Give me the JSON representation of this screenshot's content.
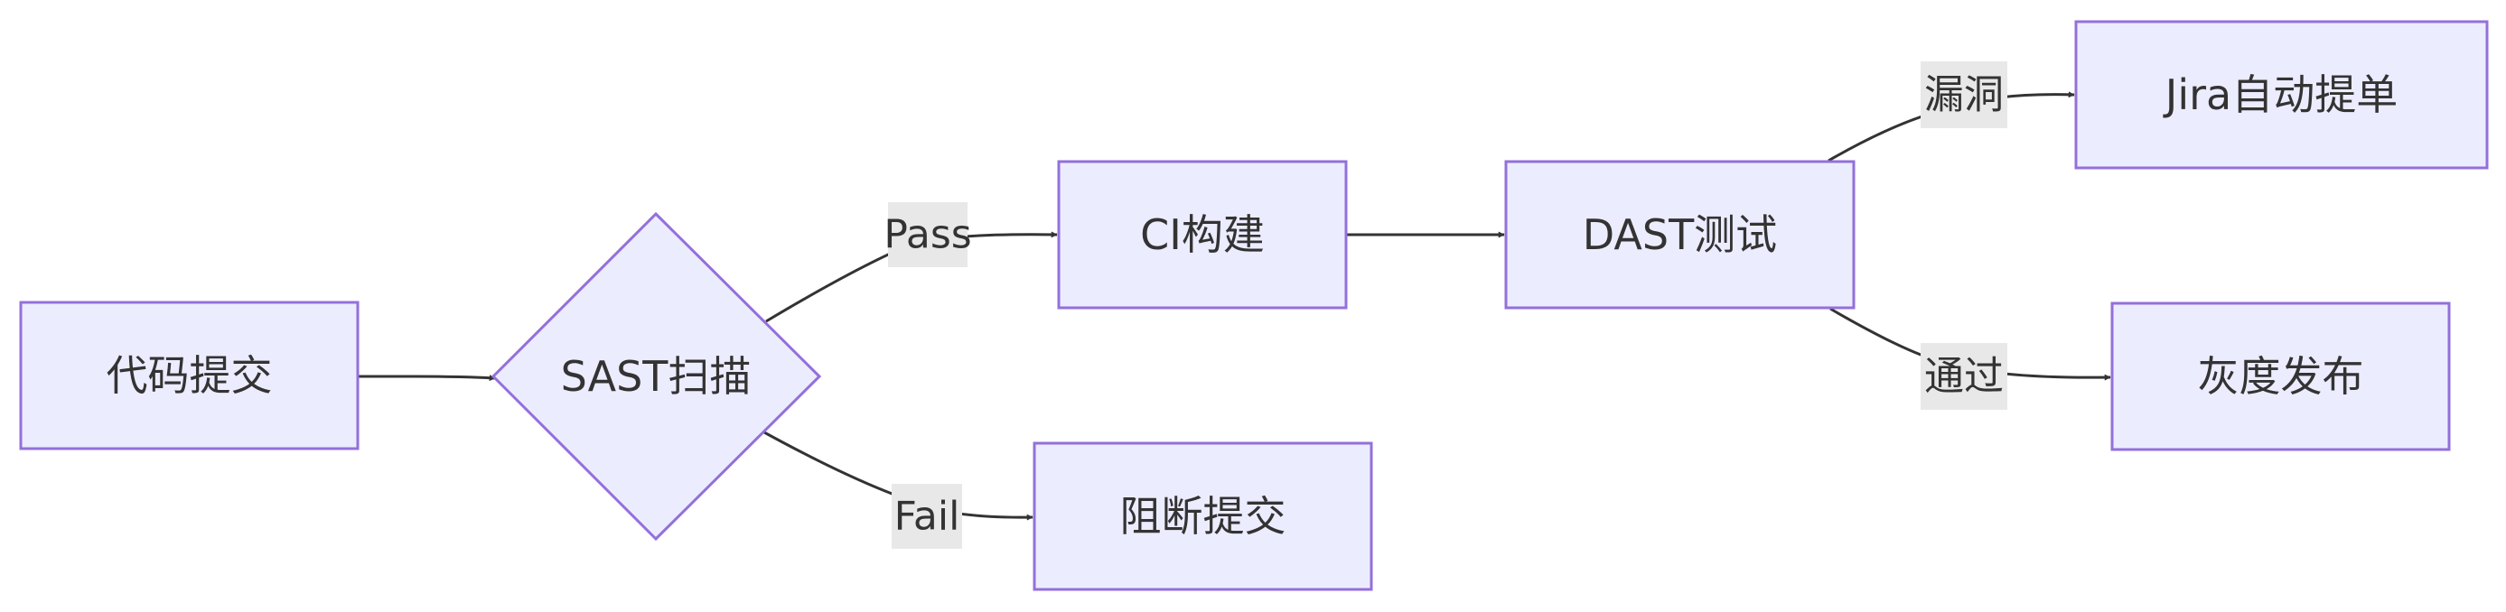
{
  "nodes": {
    "code_commit": "代码提交",
    "sast_scan": "SAST扫描",
    "ci_build": "CI构建",
    "block_commit": "阻断提交",
    "dast_test": "DAST测试",
    "jira_ticket": "Jira自动提单",
    "canary_release": "灰度发布"
  },
  "edges": {
    "pass": "Pass",
    "fail": "Fail",
    "vulnerability": "漏洞",
    "passed": "通过"
  },
  "colors": {
    "node_fill": "#ececff",
    "node_stroke": "#9370db",
    "edge": "#333333",
    "label_bg": "#e8e8e8",
    "text": "#333333"
  }
}
